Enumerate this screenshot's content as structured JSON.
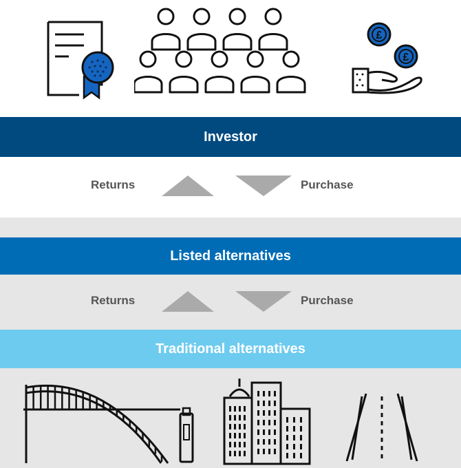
{
  "colors": {
    "investor_band": "#004a80",
    "listed_band": "#006cb5",
    "traditional_band": "#6ecbf0",
    "grey_block": "#e6e6e6",
    "arrow": "#aaaaaa",
    "icon_stroke": "#111111",
    "icon_accent": "#1565c0"
  },
  "icons": {
    "top": [
      "certificate-icon",
      "crowd-icon",
      "hand-with-pound-coins-icon"
    ],
    "bottom": [
      "bridge-icon",
      "city-buildings-icon",
      "road-icon"
    ],
    "coin_symbol": "£"
  },
  "investor": {
    "label": "Investor",
    "returns_label": "Returns",
    "purchase_label": "Purchase"
  },
  "listed": {
    "label": "Listed alternatives",
    "returns_label": "Returns",
    "purchase_label": "Purchase"
  },
  "traditional": {
    "label": "Traditional alternatives"
  }
}
